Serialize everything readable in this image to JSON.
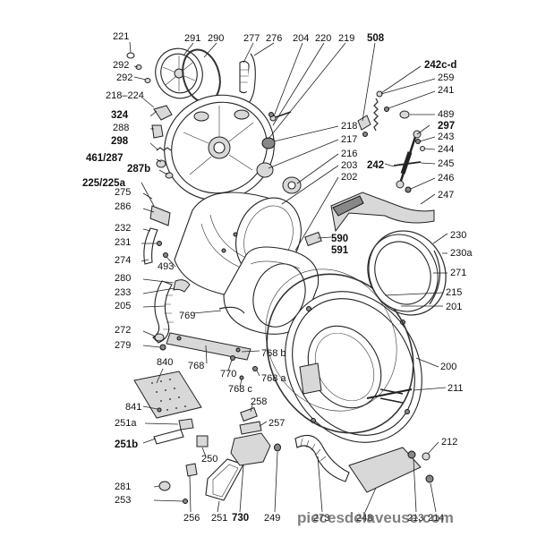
{
  "labels": [
    {
      "id": "221",
      "text": "221",
      "bold": false
    },
    {
      "id": "292a",
      "text": "292",
      "bold": false
    },
    {
      "id": "292b",
      "text": "292",
      "bold": false
    },
    {
      "id": "218-224",
      "text": "218–224",
      "bold": false
    },
    {
      "id": "324",
      "text": "324",
      "bold": true
    },
    {
      "id": "288",
      "text": "288",
      "bold": false
    },
    {
      "id": "298",
      "text": "298",
      "bold": true
    },
    {
      "id": "461-287",
      "text": "461/287",
      "bold": true
    },
    {
      "id": "287b",
      "text": "287b",
      "bold": true
    },
    {
      "id": "225-225a",
      "text": "225/225a",
      "bold": true
    },
    {
      "id": "275",
      "text": "275",
      "bold": false
    },
    {
      "id": "286",
      "text": "286",
      "bold": false
    },
    {
      "id": "232",
      "text": "232",
      "bold": false
    },
    {
      "id": "231",
      "text": "231",
      "bold": false
    },
    {
      "id": "274",
      "text": "274",
      "bold": false
    },
    {
      "id": "493",
      "text": "493",
      "bold": false
    },
    {
      "id": "280",
      "text": "280",
      "bold": false
    },
    {
      "id": "233",
      "text": "233",
      "bold": false
    },
    {
      "id": "205",
      "text": "205",
      "bold": false
    },
    {
      "id": "272",
      "text": "272",
      "bold": false
    },
    {
      "id": "279",
      "text": "279",
      "bold": false
    },
    {
      "id": "840",
      "text": "840",
      "bold": false
    },
    {
      "id": "841",
      "text": "841",
      "bold": false
    },
    {
      "id": "251a",
      "text": "251a",
      "bold": false
    },
    {
      "id": "251b",
      "text": "251b",
      "bold": true
    },
    {
      "id": "281",
      "text": "281",
      "bold": false
    },
    {
      "id": "253",
      "text": "253",
      "bold": false
    },
    {
      "id": "256",
      "text": "256",
      "bold": false
    },
    {
      "id": "250",
      "text": "250",
      "bold": false
    },
    {
      "id": "251",
      "text": "251",
      "bold": false
    },
    {
      "id": "730",
      "text": "730",
      "bold": true
    },
    {
      "id": "249",
      "text": "249",
      "bold": false
    },
    {
      "id": "291",
      "text": "291",
      "bold": false
    },
    {
      "id": "290",
      "text": "290",
      "bold": false
    },
    {
      "id": "277",
      "text": "277",
      "bold": false
    },
    {
      "id": "276",
      "text": "276",
      "bold": false
    },
    {
      "id": "204",
      "text": "204",
      "bold": false
    },
    {
      "id": "220",
      "text": "220",
      "bold": false
    },
    {
      "id": "219",
      "text": "219",
      "bold": false
    },
    {
      "id": "508",
      "text": "508",
      "bold": true
    },
    {
      "id": "242c-d",
      "text": "242c-d",
      "bold": true
    },
    {
      "id": "259",
      "text": "259",
      "bold": false
    },
    {
      "id": "241",
      "text": "241",
      "bold": false
    },
    {
      "id": "489",
      "text": "489",
      "bold": false
    },
    {
      "id": "297",
      "text": "297",
      "bold": true
    },
    {
      "id": "243",
      "text": "243",
      "bold": false
    },
    {
      "id": "244",
      "text": "244",
      "bold": false
    },
    {
      "id": "242",
      "text": "242",
      "bold": true
    },
    {
      "id": "245",
      "text": "245",
      "bold": false
    },
    {
      "id": "246",
      "text": "246",
      "bold": false
    },
    {
      "id": "247",
      "text": "247",
      "bold": false
    },
    {
      "id": "218",
      "text": "218",
      "bold": false
    },
    {
      "id": "217",
      "text": "217",
      "bold": false
    },
    {
      "id": "216",
      "text": "216",
      "bold": false
    },
    {
      "id": "203",
      "text": "203",
      "bold": false
    },
    {
      "id": "202",
      "text": "202",
      "bold": false
    },
    {
      "id": "590",
      "text": "590",
      "bold": true
    },
    {
      "id": "591",
      "text": "591",
      "bold": true
    },
    {
      "id": "230",
      "text": "230",
      "bold": false
    },
    {
      "id": "230a",
      "text": "230a",
      "bold": false
    },
    {
      "id": "271",
      "text": "271",
      "bold": false
    },
    {
      "id": "215",
      "text": "215",
      "bold": false
    },
    {
      "id": "201",
      "text": "201",
      "bold": false
    },
    {
      "id": "769",
      "text": "769",
      "bold": false
    },
    {
      "id": "768b",
      "text": "768 b",
      "bold": false
    },
    {
      "id": "768",
      "text": "768",
      "bold": false
    },
    {
      "id": "770",
      "text": "770",
      "bold": false
    },
    {
      "id": "768a",
      "text": "768 a",
      "bold": false
    },
    {
      "id": "768c",
      "text": "768 c",
      "bold": false
    },
    {
      "id": "200",
      "text": "200",
      "bold": false
    },
    {
      "id": "211",
      "text": "211",
      "bold": false
    },
    {
      "id": "258",
      "text": "258",
      "bold": false
    },
    {
      "id": "257",
      "text": "257",
      "bold": false
    },
    {
      "id": "212",
      "text": "212",
      "bold": false
    },
    {
      "id": "273",
      "text": "273",
      "bold": false
    },
    {
      "id": "248",
      "text": "248",
      "bold": false
    },
    {
      "id": "213",
      "text": "213",
      "bold": false
    },
    {
      "id": "214",
      "text": "214",
      "bold": false
    }
  ],
  "watermark": "piecesdelaveuse.com",
  "colors": {
    "ink": "#111111",
    "background": "#ffffff",
    "shade": "#d8d8d8"
  }
}
